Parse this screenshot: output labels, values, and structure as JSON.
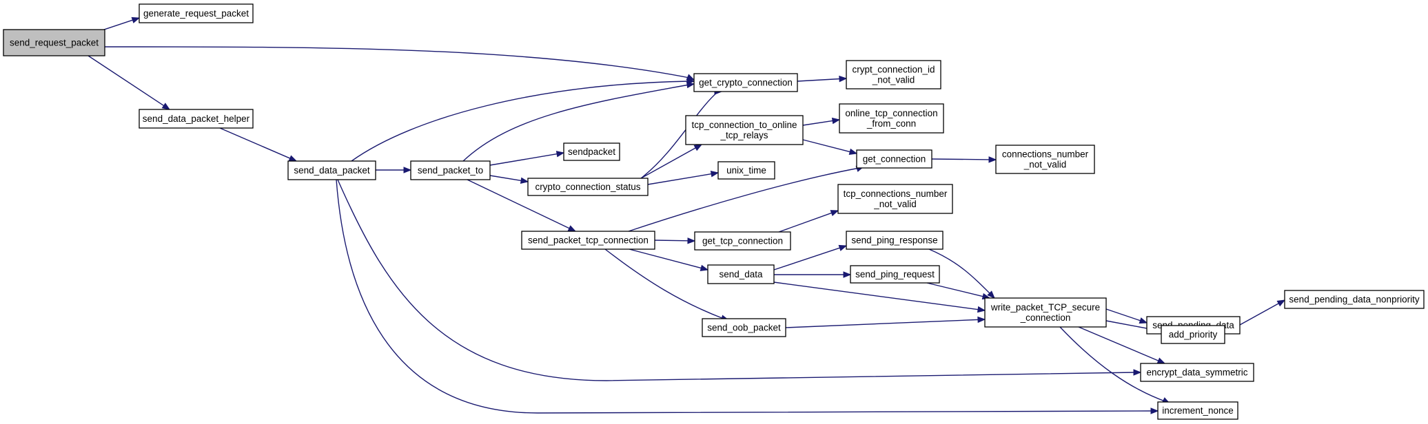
{
  "diagram": {
    "type": "call-graph",
    "accent_color": "#191970",
    "root_fill": "#bfbfbf",
    "nodes": [
      {
        "id": "send_request_packet",
        "lines": [
          "send_request_packet"
        ],
        "root": true
      },
      {
        "id": "generate_request_packet",
        "lines": [
          "generate_request_packet"
        ]
      },
      {
        "id": "send_data_packet_helper",
        "lines": [
          "send_data_packet_helper"
        ]
      },
      {
        "id": "send_data_packet",
        "lines": [
          "send_data_packet"
        ]
      },
      {
        "id": "send_packet_to",
        "lines": [
          "send_packet_to"
        ]
      },
      {
        "id": "get_crypto_connection",
        "lines": [
          "get_crypto_connection"
        ]
      },
      {
        "id": "crypt_connection_id_not_valid",
        "lines": [
          "crypt_connection_id",
          "_not_valid"
        ]
      },
      {
        "id": "sendpacket",
        "lines": [
          "sendpacket"
        ]
      },
      {
        "id": "crypto_connection_status",
        "lines": [
          "crypto_connection_status"
        ]
      },
      {
        "id": "tcp_connection_to_online_tcp_relays",
        "lines": [
          "tcp_connection_to_online",
          "_tcp_relays"
        ]
      },
      {
        "id": "online_tcp_connection_from_conn",
        "lines": [
          "online_tcp_connection",
          "_from_conn"
        ]
      },
      {
        "id": "get_connection",
        "lines": [
          "get_connection"
        ]
      },
      {
        "id": "connections_number_not_valid",
        "lines": [
          "connections_number",
          "_not_valid"
        ]
      },
      {
        "id": "unix_time",
        "lines": [
          "unix_time"
        ]
      },
      {
        "id": "tcp_connections_number_not_valid",
        "lines": [
          "tcp_connections_number",
          "_not_valid"
        ]
      },
      {
        "id": "send_packet_tcp_connection",
        "lines": [
          "send_packet_tcp_connection"
        ]
      },
      {
        "id": "get_tcp_connection",
        "lines": [
          "get_tcp_connection"
        ]
      },
      {
        "id": "send_ping_response",
        "lines": [
          "send_ping_response"
        ]
      },
      {
        "id": "send_data",
        "lines": [
          "send_data"
        ]
      },
      {
        "id": "send_ping_request",
        "lines": [
          "send_ping_request"
        ]
      },
      {
        "id": "send_oob_packet",
        "lines": [
          "send_oob_packet"
        ]
      },
      {
        "id": "write_packet_TCP_secure_connection",
        "lines": [
          "write_packet_TCP_secure",
          "_connection"
        ]
      },
      {
        "id": "send_pending_data",
        "lines": [
          "send_pending_data"
        ]
      },
      {
        "id": "send_pending_data_nonpriority",
        "lines": [
          "send_pending_data_nonpriority"
        ]
      },
      {
        "id": "add_priority",
        "lines": [
          "add_priority"
        ]
      },
      {
        "id": "encrypt_data_symmetric",
        "lines": [
          "encrypt_data_symmetric"
        ]
      },
      {
        "id": "increment_nonce",
        "lines": [
          "increment_nonce"
        ]
      }
    ],
    "edges": [
      {
        "from": "send_request_packet",
        "to": "generate_request_packet"
      },
      {
        "from": "send_request_packet",
        "to": "get_crypto_connection"
      },
      {
        "from": "send_request_packet",
        "to": "send_data_packet_helper"
      },
      {
        "from": "get_crypto_connection",
        "to": "crypt_connection_id_not_valid"
      },
      {
        "from": "send_data_packet_helper",
        "to": "send_data_packet"
      },
      {
        "from": "send_data_packet",
        "to": "get_crypto_connection"
      },
      {
        "from": "send_data_packet",
        "to": "send_packet_to"
      },
      {
        "from": "send_data_packet",
        "to": "encrypt_data_symmetric"
      },
      {
        "from": "send_data_packet",
        "to": "increment_nonce"
      },
      {
        "from": "send_packet_to",
        "to": "get_crypto_connection"
      },
      {
        "from": "send_packet_to",
        "to": "sendpacket"
      },
      {
        "from": "send_packet_to",
        "to": "crypto_connection_status"
      },
      {
        "from": "send_packet_to",
        "to": "send_packet_tcp_connection"
      },
      {
        "from": "crypto_connection_status",
        "to": "get_crypto_connection"
      },
      {
        "from": "crypto_connection_status",
        "to": "tcp_connection_to_online_tcp_relays"
      },
      {
        "from": "crypto_connection_status",
        "to": "unix_time"
      },
      {
        "from": "tcp_connection_to_online_tcp_relays",
        "to": "online_tcp_connection_from_conn"
      },
      {
        "from": "tcp_connection_to_online_tcp_relays",
        "to": "get_connection"
      },
      {
        "from": "get_connection",
        "to": "connections_number_not_valid"
      },
      {
        "from": "send_packet_tcp_connection",
        "to": "get_connection"
      },
      {
        "from": "send_packet_tcp_connection",
        "to": "get_tcp_connection"
      },
      {
        "from": "send_packet_tcp_connection",
        "to": "send_data"
      },
      {
        "from": "send_packet_tcp_connection",
        "to": "send_oob_packet"
      },
      {
        "from": "get_tcp_connection",
        "to": "tcp_connections_number_not_valid"
      },
      {
        "from": "send_data",
        "to": "send_ping_response"
      },
      {
        "from": "send_data",
        "to": "send_ping_request"
      },
      {
        "from": "send_data",
        "to": "write_packet_TCP_secure_connection"
      },
      {
        "from": "send_ping_response",
        "to": "write_packet_TCP_secure_connection"
      },
      {
        "from": "send_ping_request",
        "to": "write_packet_TCP_secure_connection"
      },
      {
        "from": "send_oob_packet",
        "to": "write_packet_TCP_secure_connection"
      },
      {
        "from": "write_packet_TCP_secure_connection",
        "to": "send_pending_data"
      },
      {
        "from": "write_packet_TCP_secure_connection",
        "to": "add_priority"
      },
      {
        "from": "write_packet_TCP_secure_connection",
        "to": "encrypt_data_symmetric"
      },
      {
        "from": "write_packet_TCP_secure_connection",
        "to": "increment_nonce"
      },
      {
        "from": "send_pending_data",
        "to": "send_pending_data_nonpriority"
      }
    ]
  }
}
